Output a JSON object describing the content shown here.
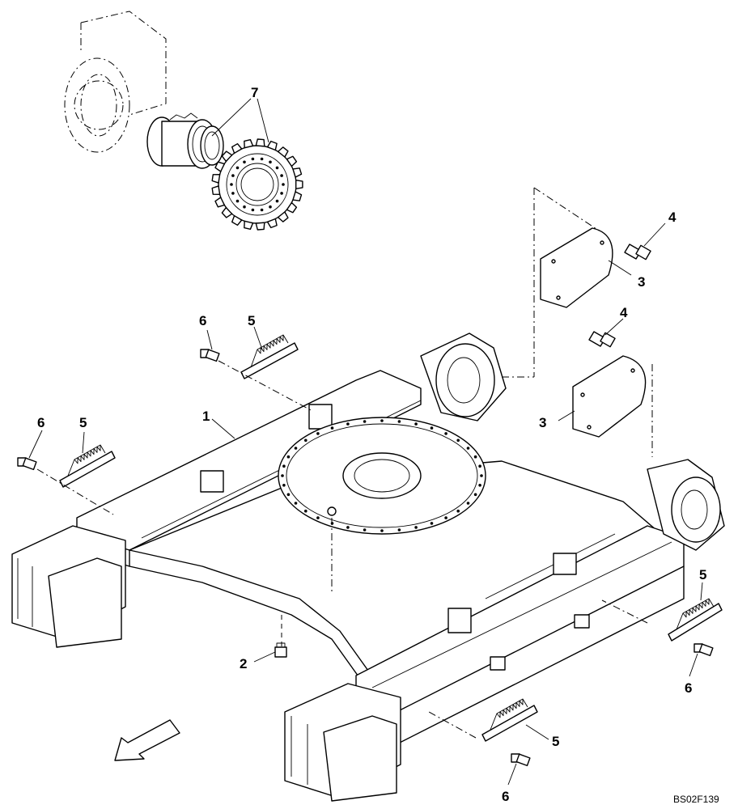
{
  "drawing_code": "BS02F139",
  "callouts": {
    "frame": "1",
    "plug": "2",
    "cover_upper": "3",
    "cover_lower": "3",
    "bolt_cover_upper": "4",
    "bolt_cover_lower": "4",
    "guard_a": "5",
    "guard_b": "5",
    "guard_c": "5",
    "guard_d": "5",
    "bolt_a": "6",
    "bolt_b": "6",
    "bolt_c": "6",
    "bolt_d": "6",
    "drive_motor": "7"
  },
  "icons": {
    "orientation_arrow": "front-direction-arrow-icon"
  }
}
